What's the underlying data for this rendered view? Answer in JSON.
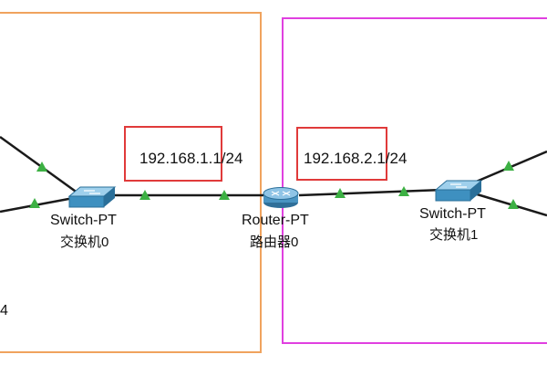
{
  "colors": {
    "orange_area": "#f0a35e",
    "magenta_area": "#e040e0",
    "ip_highlight": "#e03a3a",
    "link": "#1a1a1a",
    "link_status": "#3cb043",
    "device_blue": "#3e90c0"
  },
  "annotations": {
    "left_ip": "192.168.1.1/24",
    "right_ip": "192.168.2.1/24"
  },
  "devices": {
    "switch0": {
      "type": "Switch-PT",
      "name": "交换机0",
      "icon": "switch-icon"
    },
    "router0": {
      "type": "Router-PT",
      "name": "路由器0",
      "icon": "router-icon"
    },
    "switch1": {
      "type": "Switch-PT",
      "name": "交换机1",
      "icon": "switch-icon"
    }
  },
  "partial_label": "4"
}
